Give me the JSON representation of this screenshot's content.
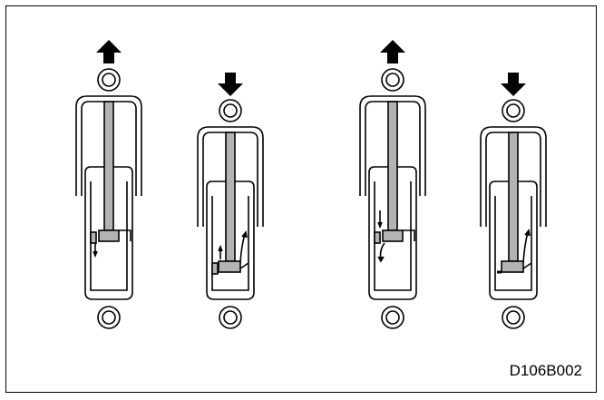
{
  "figure": {
    "code": "D106B002",
    "colors": {
      "line": "#000000",
      "rod": "#b3b3b3",
      "background": "#ffffff"
    }
  },
  "shocks": [
    {
      "id": "shock-1",
      "stroke": "extension",
      "arrow_direction": "up",
      "arrow_icon": "arrow-up-icon",
      "valve": "rebound-valve"
    },
    {
      "id": "shock-2",
      "stroke": "compression",
      "arrow_direction": "down",
      "arrow_icon": "arrow-down-icon",
      "valve": "compression-valve"
    },
    {
      "id": "shock-3",
      "stroke": "extension",
      "arrow_direction": "up",
      "arrow_icon": "arrow-up-icon",
      "valve": "rebound-valve"
    },
    {
      "id": "shock-4",
      "stroke": "compression",
      "arrow_direction": "down",
      "arrow_icon": "arrow-down-icon",
      "valve": "compression-valve"
    }
  ]
}
